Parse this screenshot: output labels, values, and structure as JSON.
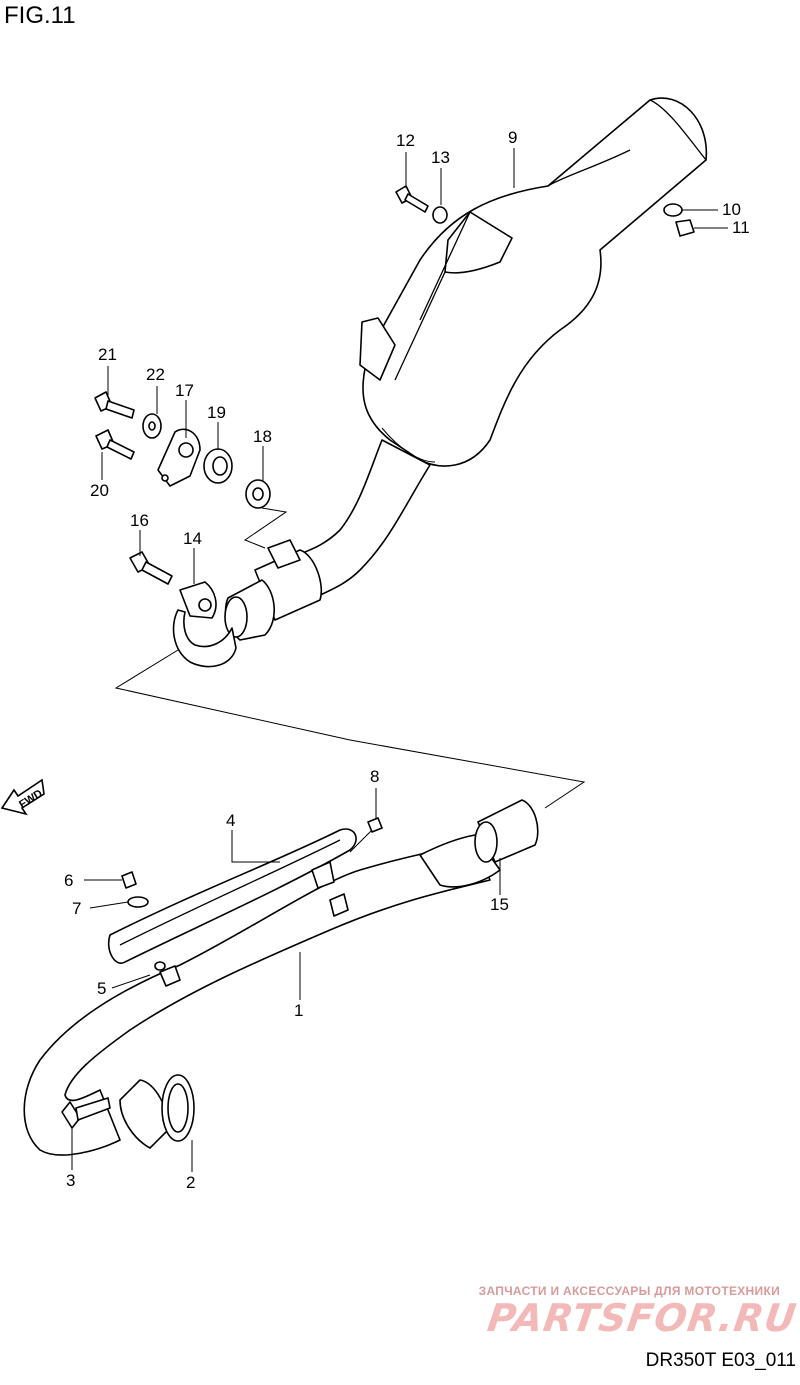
{
  "figure": {
    "title": "FIG.11",
    "code": "DR350T E03_011",
    "fwd_label": "FWD"
  },
  "watermark": {
    "tagline": "ЗАПЧАСТИ И АКСЕССУАРЫ ДЛЯ МОТОТЕХНИКИ",
    "brand": "PARTSFOR.RU"
  },
  "callouts": [
    "1",
    "2",
    "3",
    "4",
    "5",
    "6",
    "7",
    "8",
    "9",
    "10",
    "11",
    "12",
    "13",
    "14",
    "15",
    "16",
    "17",
    "18",
    "19",
    "20",
    "21",
    "22"
  ]
}
